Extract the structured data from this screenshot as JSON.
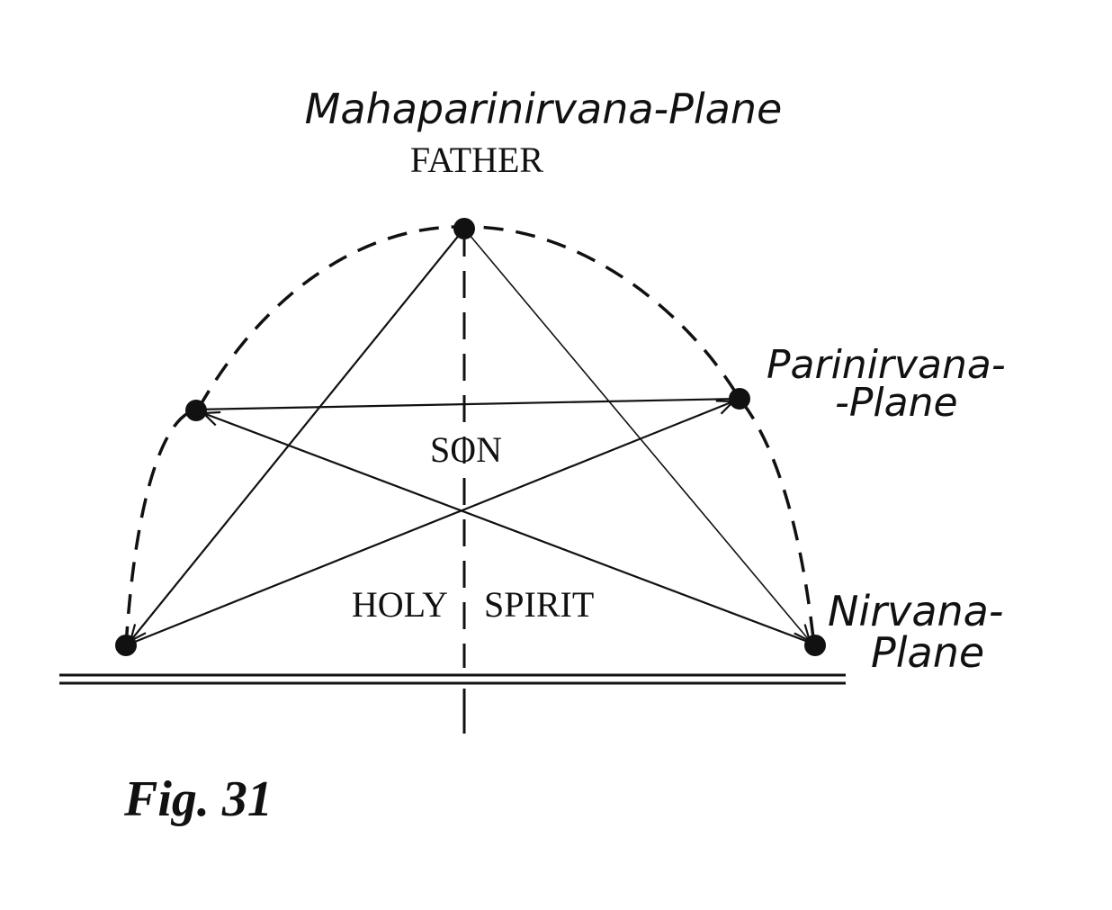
{
  "nodes": {
    "top_plane": "Mahaparinirvana-Plane",
    "top_role": "FATHER",
    "right_mid_plane_line1": "Parinirvana-",
    "right_mid_plane_line2": "-Plane",
    "right_low_plane_line1": "Nirvana-",
    "right_low_plane_line2": "Plane"
  },
  "regions": {
    "son": "SON",
    "holy": "HOLY",
    "spirit": "SPIRIT"
  },
  "caption": "Fig. 31",
  "colors": {
    "ink": "#111111",
    "background": "#ffffff"
  }
}
